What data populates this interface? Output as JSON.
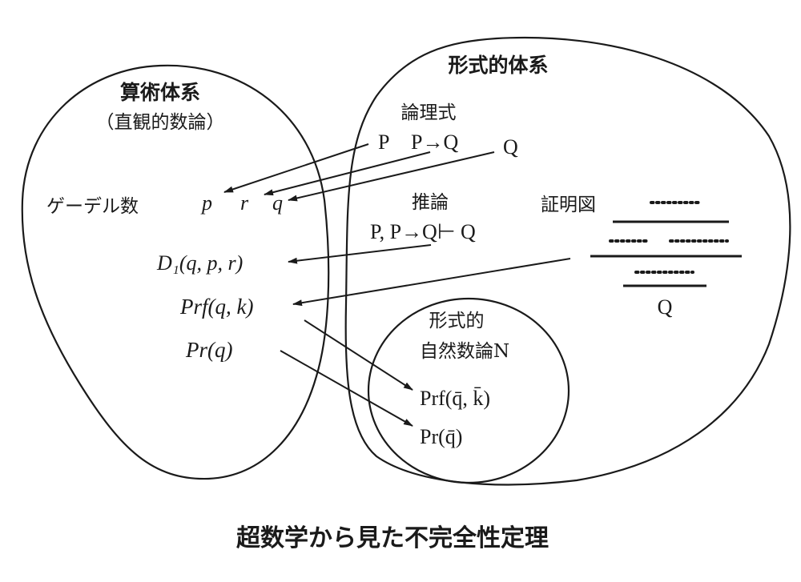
{
  "caption": "超数学から見た不完全性定理",
  "arithmetic_system": {
    "title": "算術体系",
    "subtitle": "（直観的数論）",
    "godel_number_label": "ゲーデル数",
    "godel_numbers": [
      "p",
      "r",
      "q"
    ],
    "d1": "D₁(q, p, r)",
    "prf": "Prf(q, k)",
    "pr": "Pr(q)"
  },
  "formal_system": {
    "title": "形式的体系",
    "formula_label": "論理式",
    "formulas": [
      "P",
      "P→Q",
      "Q"
    ],
    "inference_label": "推論",
    "inference": "P, P→Q⊢ Q",
    "proof_diagram_label": "証明図",
    "proof_conclusion": "Q",
    "inner_title_line1": "形式的",
    "inner_title_line2": "自然数論N",
    "inner_prf": "Prf(q̄, k̄)",
    "inner_pr": "Pr(q̄)"
  }
}
